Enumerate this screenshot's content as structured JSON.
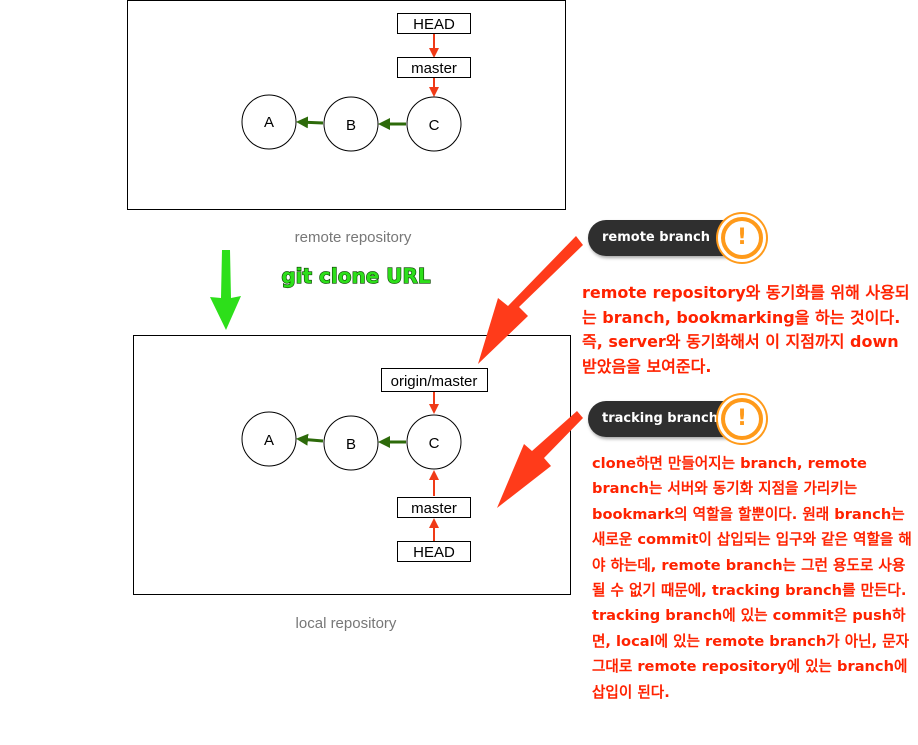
{
  "remote": {
    "head_label": "HEAD",
    "branch_label": "master",
    "nodes": [
      "A",
      "B",
      "C"
    ],
    "caption": "remote repository"
  },
  "clone_label": "git clone URL",
  "local": {
    "origin_label": "origin/master",
    "branch_label": "master",
    "head_label": "HEAD",
    "nodes": [
      "A",
      "B",
      "C"
    ],
    "caption": "local repository"
  },
  "remote_branch_tag": "remote branch",
  "remote_branch_desc": "remote repository와 동기화를 위해 사용되는 branch, bookmarking을 하는 것이다. 즉, server와 동기화해서 이 지점까지 down받았음을 보여준다.",
  "tracking_branch_tag": "tracking branch",
  "tracking_branch_desc1": "clone하면 만들어지는 branch, remote branch는 서버와 동기화 지점을 가리키는 bookmark의 역할을 할뿐이다. 원래 branch는 새로운 commit이 삽입되는 입구와 같은 역할을 해야 하는데, remote branch는 그런 용도로 사용될 수 없기 때문에, tracking branch를 만든다.",
  "tracking_branch_desc2": "tracking branch에 있는 commit은 push하면, local에 있는 remote branch가 아닌, 문자 그대로 remote repository에 있는 branch에 삽입이 된다.",
  "alert_symbol": "!",
  "colors": {
    "pointer_arrow": "#f03a17",
    "commit_arrow": "#2d6a0a",
    "clone_arrow": "#2ddf1a",
    "callout_arrow": "#ff3b1a",
    "note_text": "#ff2200",
    "tag_bg": "#2f2f2f",
    "alert": "#ff9a1a"
  }
}
